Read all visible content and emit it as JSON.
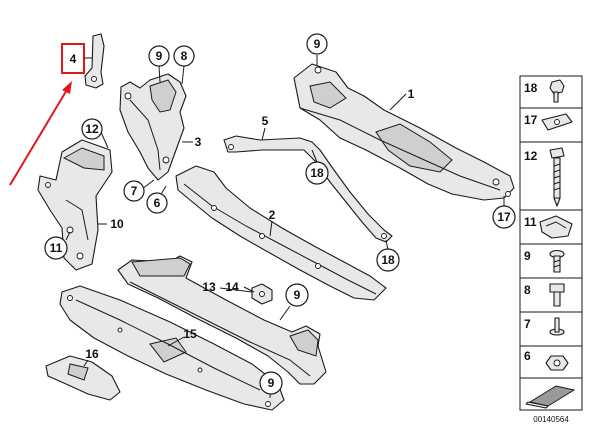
{
  "callouts": {
    "c4": "4",
    "c9a": "9",
    "c8": "8",
    "c9b": "9",
    "c1": "1",
    "c12": "12",
    "c3": "3",
    "c5": "5",
    "c7": "7",
    "c6": "6",
    "c18a": "18",
    "c10": "10",
    "c2": "2",
    "c17": "17",
    "c11": "11",
    "c18b": "18",
    "c13": "13",
    "c14": "14",
    "c9c": "9",
    "c15": "15",
    "c16": "16",
    "c9d": "9"
  },
  "legend": {
    "items": [
      "18",
      "17",
      "12",
      "11",
      "9",
      "8",
      "7",
      "6"
    ]
  },
  "diagram_code": "00140564",
  "colors": {
    "highlight": "#e0181b",
    "line": "#1a1a1a",
    "fill": "#e8e8e8"
  }
}
